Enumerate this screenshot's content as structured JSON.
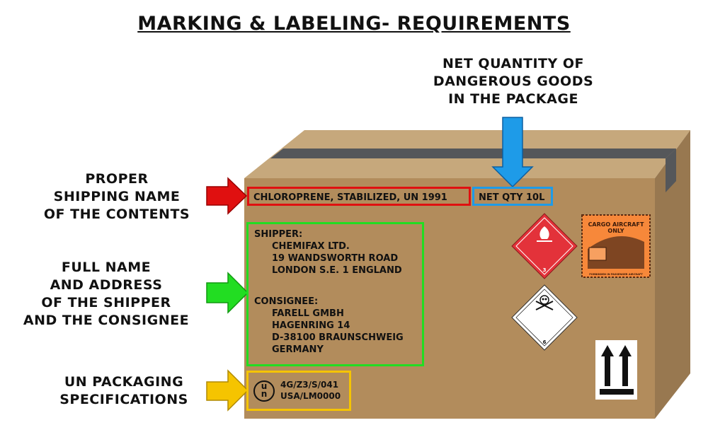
{
  "title": "MARKING & LABELING- REQUIREMENTS",
  "labels": {
    "net_qty": [
      "NET QUANTITY OF",
      "DANGEROUS GOODS",
      "IN THE PACKAGE"
    ],
    "shipping_name": [
      "PROPER",
      "SHIPPING NAME",
      "OF THE CONTENTS"
    ],
    "address": [
      "FULL NAME",
      "AND ADDRESS",
      "OF THE SHIPPER",
      "AND THE CONSIGNEE"
    ],
    "un_spec": [
      "UN PACKAGING",
      "SPECIFICATIONS"
    ]
  },
  "box": {
    "shipping_name": "CHLOROPRENE, STABILIZED, UN 1991",
    "net_qty": "NET QTY 10L",
    "shipper_label": "SHIPPER:",
    "shipper": [
      "CHEMIFAX LTD.",
      "19 WANDSWORTH ROAD",
      "LONDON S.E. 1 ENGLAND"
    ],
    "consignee_label": "CONSIGNEE:",
    "consignee": [
      "FARELL GMBH",
      "HAGENRING 14",
      "D-38100 BRAUNSCHWEIG",
      "GERMANY"
    ],
    "un_logo": "un",
    "un_code": [
      "4G/Z3/S/041",
      "USA/LM0000"
    ],
    "flammable_class": "3",
    "toxic_class": "6",
    "cargo_title": [
      "CARGO AIRCRAFT",
      "ONLY"
    ],
    "cargo_footer": "FORBIDDEN IN PASSENGER AIRCRAFT"
  },
  "colors": {
    "red": "#e01010",
    "blue": "#1e9be8",
    "green": "#22dd22",
    "yellow": "#f5c400"
  }
}
